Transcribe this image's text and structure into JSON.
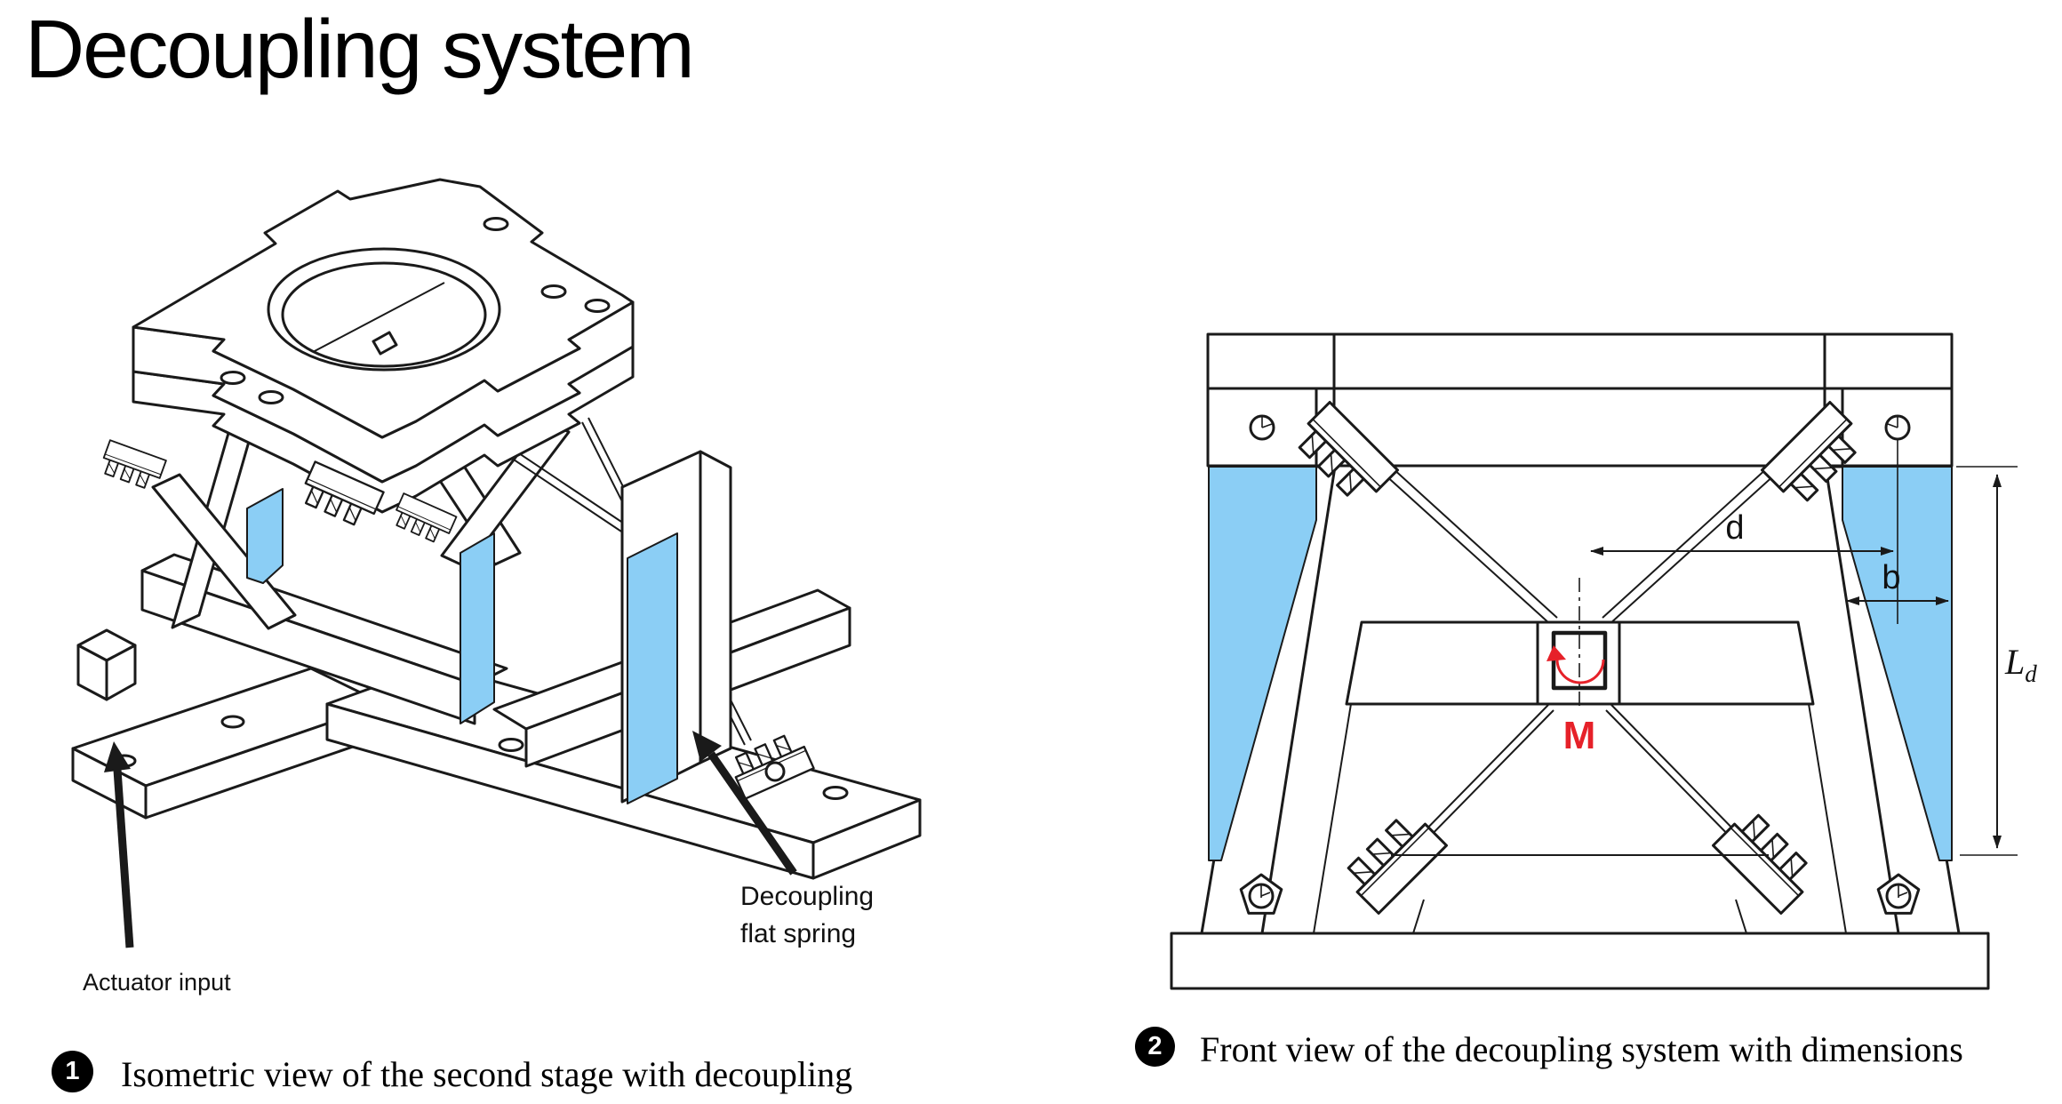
{
  "page": {
    "title": "Decoupling system"
  },
  "colors": {
    "line": "#1a1a1a",
    "spring_blue": "#8BCEF5",
    "moment_red": "#E62129",
    "badge_bg": "#000000",
    "badge_fg": "#ffffff"
  },
  "figure1": {
    "badge": "1",
    "caption": "Isometric view of the second stage with decoupling",
    "labels": {
      "actuator_input": "Actuator input",
      "decoupling_spring_line1": "Decoupling",
      "decoupling_spring_line2": "flat spring"
    }
  },
  "figure2": {
    "badge": "2",
    "caption": "Front view of the decoupling system with dimensions",
    "labels": {
      "dim_d": "d",
      "dim_b": "b",
      "dim_length_main": "L",
      "dim_length_sub": "d",
      "moment": "M"
    }
  }
}
